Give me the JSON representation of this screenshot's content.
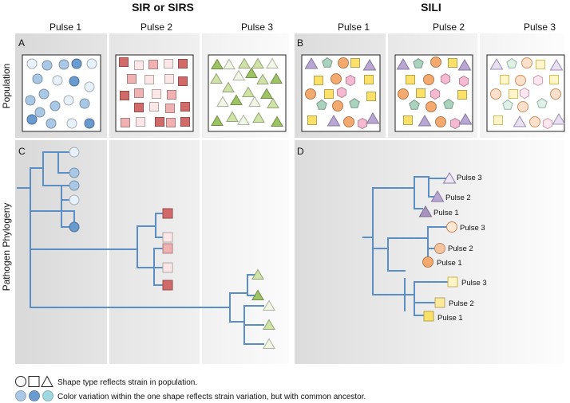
{
  "titles": {
    "left": "SIR or SIRS",
    "right": "SILI"
  },
  "columns": [
    "Pulse 1",
    "Pulse 2",
    "Pulse 3",
    "Pulse 1",
    "Pulse 2",
    "Pulse 3"
  ],
  "rows": {
    "top": "Population",
    "bottom": "Pathogen Phylogeny"
  },
  "panels": {
    "a": "A",
    "b": "B",
    "c": "C",
    "d": "D"
  },
  "tips_d": [
    "Pulse 3",
    "Pulse 2",
    "Pulse 1",
    "Pulse 3",
    "Pulse 2",
    "Pulse 1",
    "Pulse 3",
    "Pulse 2",
    "Pulse 1"
  ],
  "legend": {
    "shape_text": "Shape type reflects strain in population.",
    "color_text": "Color variation within the one shape reflects strain variation, but with common ancestor."
  },
  "colors": {
    "tree": "#5b8ec4",
    "blue_light": "#e6f1fb",
    "blue_mid": "#a9c8e6",
    "blue_dark": "#6a9bd0",
    "red_light": "#fbe7e7",
    "red_mid": "#efb1b1",
    "red_dark": "#d26a6a",
    "green_light": "#f1f7e4",
    "green_mid": "#cfe3a7",
    "green_dark": "#9cc463",
    "purple": "#b9a6d4",
    "orange": "#f4aa6e",
    "teal": "#a9d3be",
    "yellow": "#fbe168",
    "pink": "#f7b9d1",
    "teal_legend": "#9fd8e0"
  }
}
